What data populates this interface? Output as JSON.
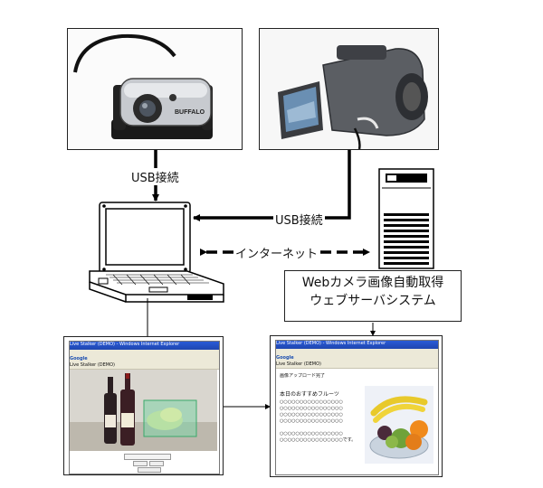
{
  "labels": {
    "usb_connection_1": "USB接続",
    "usb_connection_2": "USB接続",
    "internet": "インターネット",
    "system_line1": "Webカメラ画像自動取得",
    "system_line2": "ウェブサーバシステム"
  },
  "camera": {
    "brand": "BUFFALO"
  },
  "left_browser": {
    "title": "Live Stalker (DEMO) - Windows Internet Explorer",
    "tab": "Live Stalker (DEMO)",
    "google": "Google"
  },
  "right_browser": {
    "title": "Live Stalker (DEMO) - Windows Internet Explorer",
    "tab": "Live Stalker (DEMO)",
    "google": "Google",
    "upload_status": "画像アップロード完了",
    "heading": "本日のおすすめフルーツ",
    "lines": [
      "○○○○○○○○○○○○○○○○",
      "○○○○○○○○○○○○○○○○",
      "○○○○○○○○○○○○○○○○",
      "○○○○○○○○○○○○○○○○",
      "○○○○○○○○○○○○○○○○",
      "○○○○○○○○○○○○○○○○です。"
    ]
  },
  "colors": {
    "line": "#000000",
    "titlebar": "#1f46b0",
    "selection": "#7fd3a8"
  }
}
